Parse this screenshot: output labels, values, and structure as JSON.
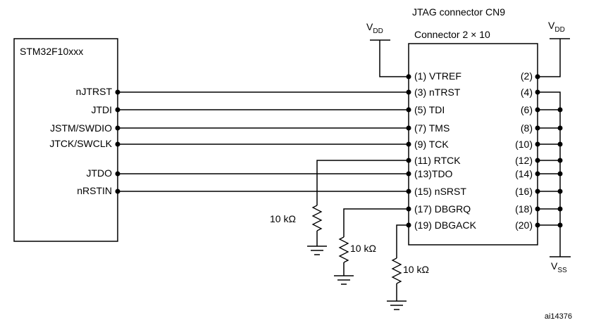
{
  "mcu": {
    "name": "STM32F10xxx"
  },
  "connector": {
    "title": "JTAG connector CN9",
    "subtitle": "Connector 2 × 10",
    "left_pins": [
      "(1) VTREF",
      "(3) nTRST",
      "(5) TDI",
      "(7) TMS",
      "(9) TCK",
      "(11) RTCK",
      "(13)TDO",
      "(15) nSRST",
      "(17) DBGRQ",
      "(19) DBGACK"
    ],
    "right_pins": [
      "(2)",
      "(4)",
      "(6)",
      "(8)",
      "(10)",
      "(12)",
      "(14)",
      "(16)",
      "(18)",
      "(20)"
    ]
  },
  "mcu_pins": [
    "nJTRST",
    "JTDI",
    "JSTM/SWDIO",
    "JTCK/SWCLK",
    "JTDO",
    "nRSTIN"
  ],
  "power": {
    "vdd_main": "V",
    "vdd_sub": "DD",
    "vss_main": "V",
    "vss_sub": "SS"
  },
  "resistors": {
    "r1": "10 kΩ",
    "r2": "10 kΩ",
    "r3": "10 kΩ"
  },
  "figure_id": "ai14376"
}
